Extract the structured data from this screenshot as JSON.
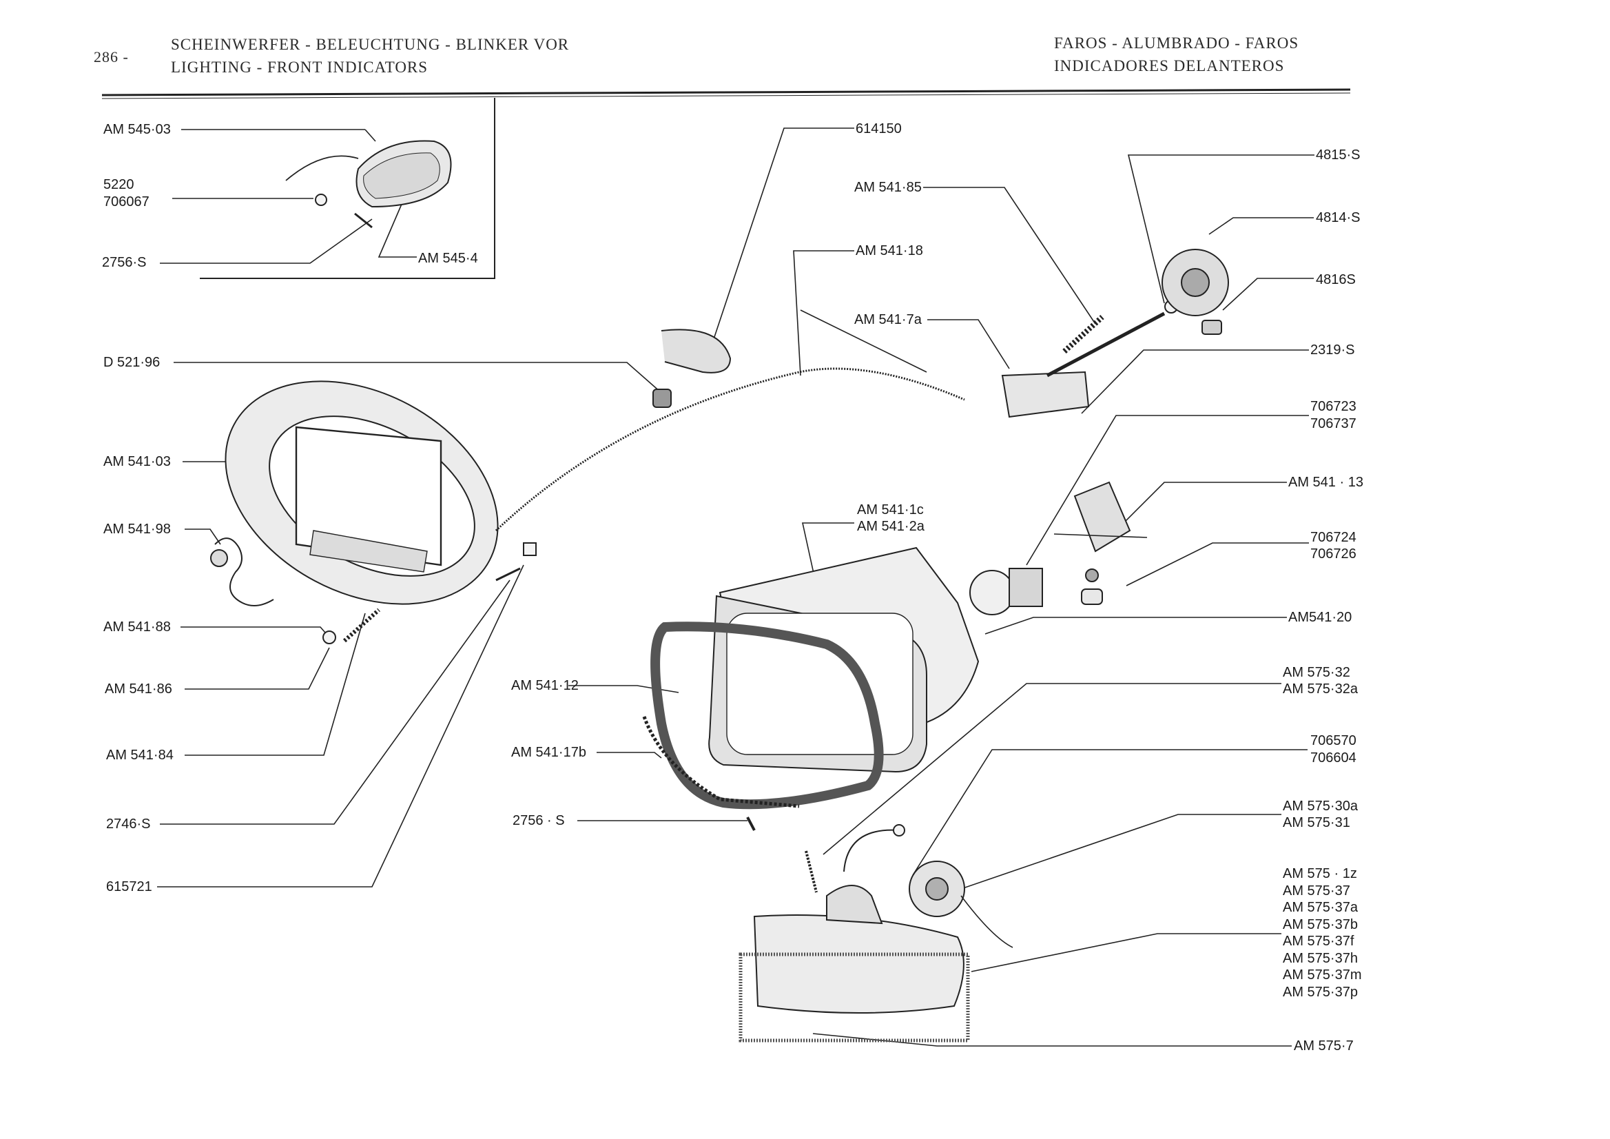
{
  "header": {
    "page_number": "286 -",
    "left_line1": "SCHEINWERFER - BELEUCHTUNG - BLINKER VOR",
    "left_line2": "LIGHTING - FRONT INDICATORS",
    "right_line1": "FAROS - ALUMBRADO - FAROS",
    "right_line2": "INDICADORES DELANTEROS"
  },
  "labels": {
    "am54503": "AM 545·03",
    "n5220": "5220",
    "n706067": "706067",
    "s2756a": "2756·S",
    "am5454": "AM 545·4",
    "d52196": "D 521·96",
    "am54103": "AM 541·03",
    "am54198": "AM 541·98",
    "am54188": "AM 541·88",
    "am54186": "AM 541·86",
    "am54184": "AM 541·84",
    "s2746": "2746·S",
    "n615721": "615721",
    "n614150": "614150",
    "am54185": "AM 541·85",
    "am54118": "AM 541·18",
    "am5417a": "AM 541·7a",
    "am5411c": "AM 541·1c",
    "am5412a": "AM 541·2a",
    "am54112": "AM 541·12",
    "am54117b": "AM 541·17b",
    "s2756b": "2756 · S",
    "s4815": "4815·S",
    "s4814": "4814·S",
    "s4816": "4816S",
    "s2319": "2319·S",
    "n706723": "706723",
    "n706737": "706737",
    "am54113": "AM 541 · 13",
    "n706724": "706724",
    "n706726": "706726",
    "am54120": "AM541·20",
    "am57532": "AM 575·32",
    "am57532a": "AM 575·32a",
    "n706570": "706570",
    "n706604": "706604",
    "am57530a": "AM 575·30a",
    "am57531": "AM 575·31",
    "am5757": "AM 575·7"
  },
  "bulb_codes": [
    "AM  575 · 1z",
    "AM  575·37",
    "AM  575·37a",
    "AM  575·37b",
    "AM  575·37f",
    "AM  575·37h",
    "AM  575·37m",
    "AM  575·37p"
  ]
}
